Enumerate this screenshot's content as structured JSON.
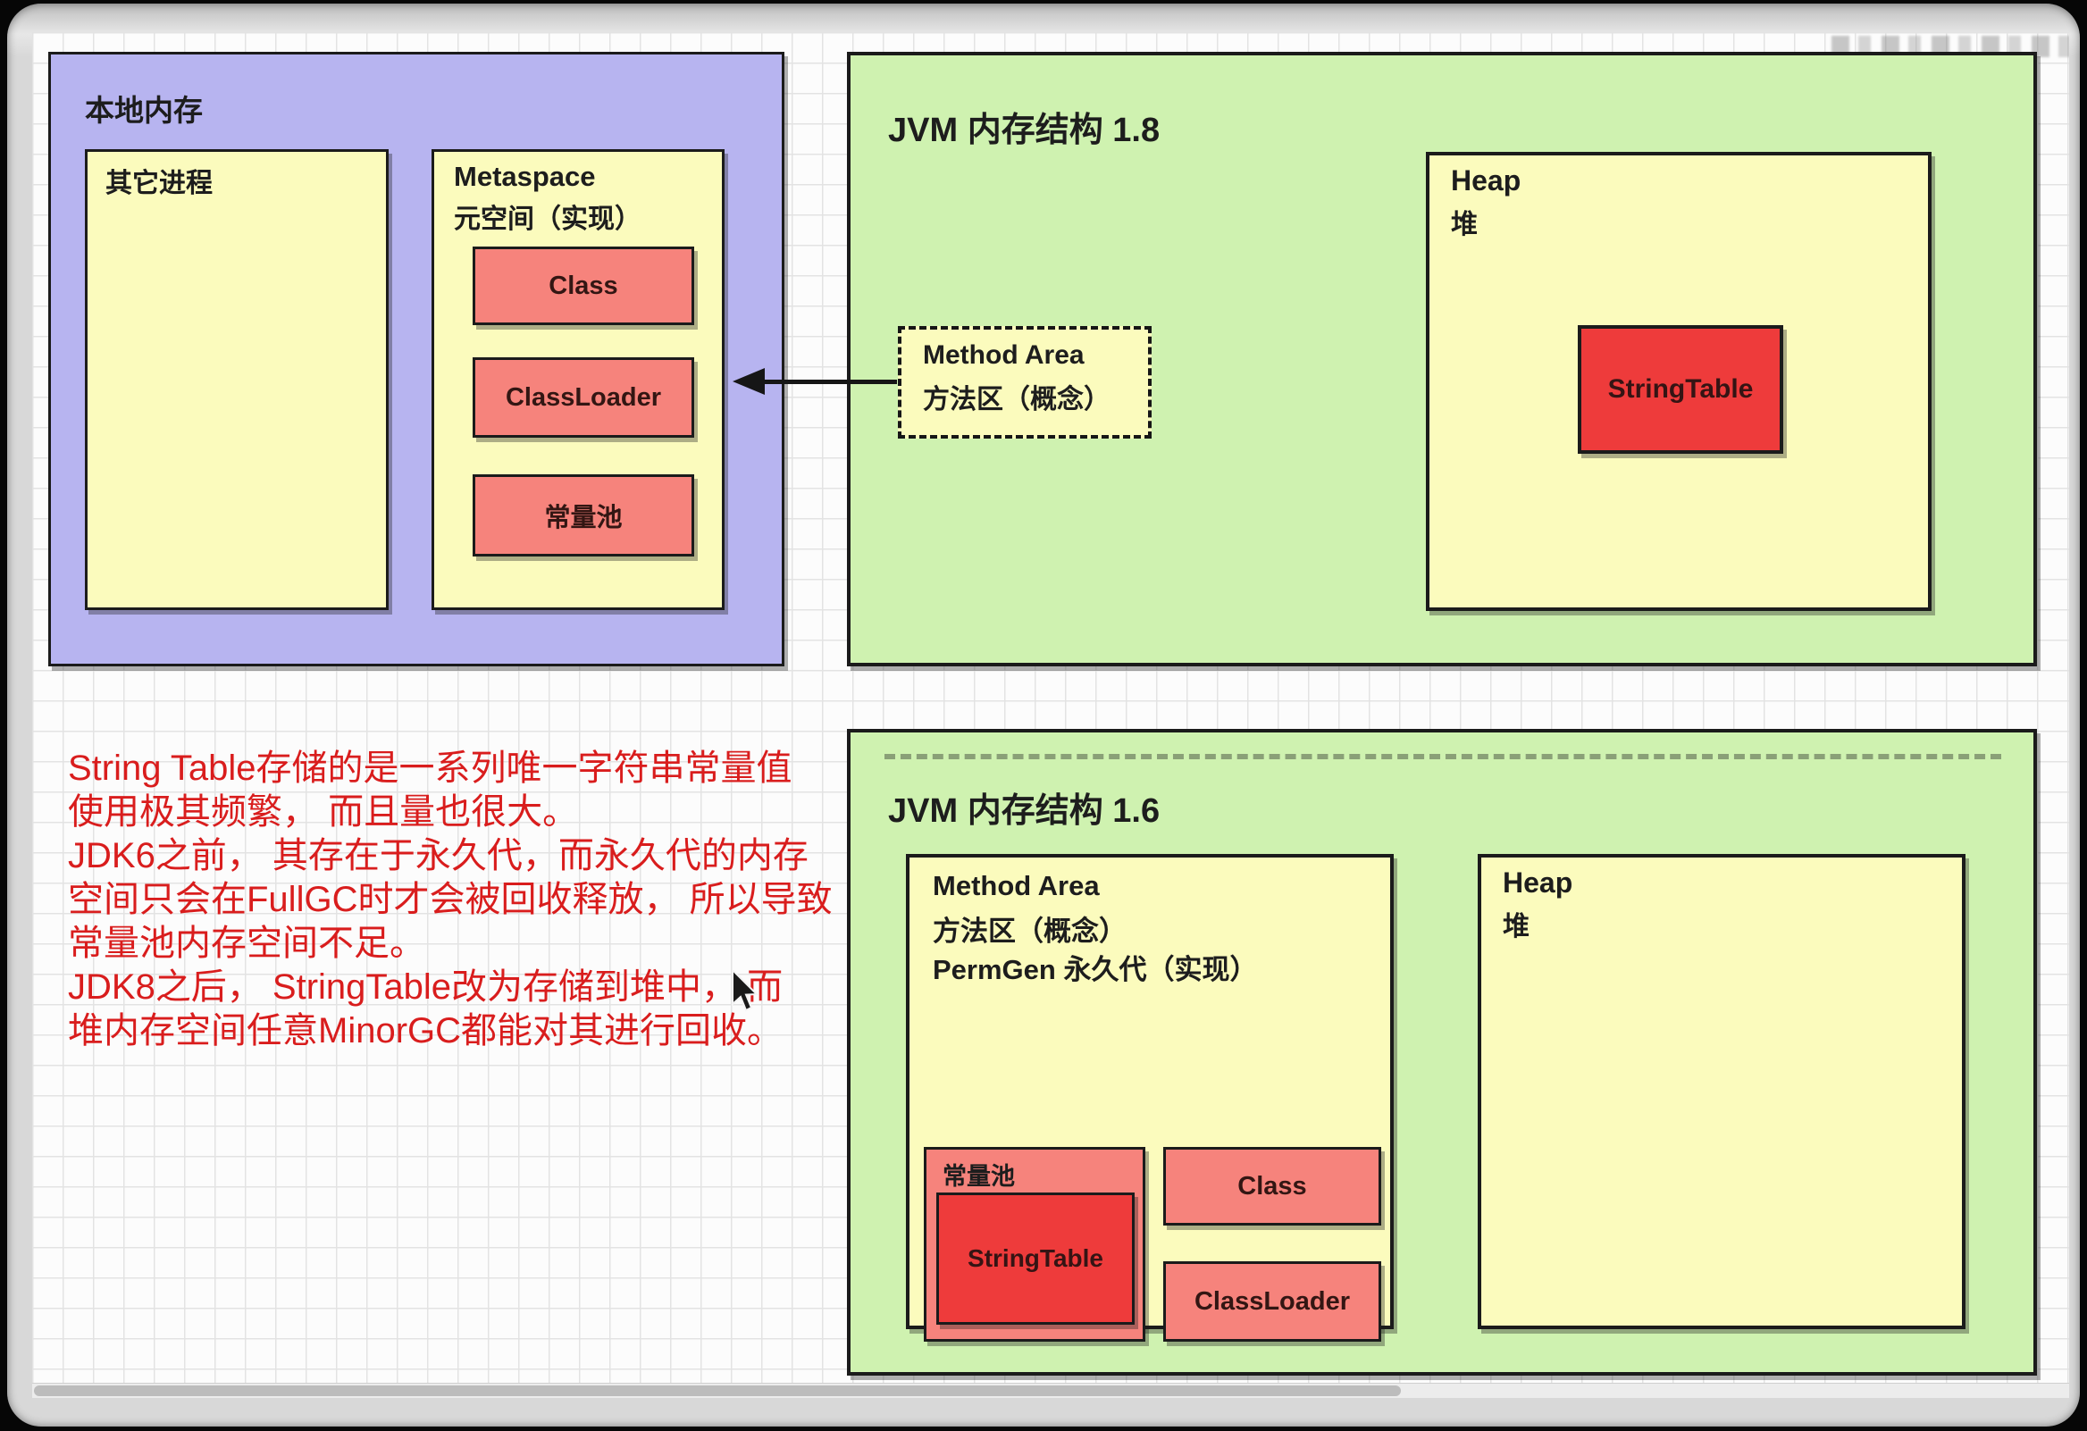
{
  "colors": {
    "canvas_bg": "#fcfcfc",
    "grid_line": "#e3e3e3",
    "chrome": "#d8d8d8",
    "purple": "#b7b4f0",
    "yellow": "#fbfbbd",
    "green": "#cff2b0",
    "salmon": "#f6837c",
    "bright_red": "#ee3b3b",
    "border_dark": "#1b1b1b",
    "note_red": "#d91d1d"
  },
  "local_memory": {
    "title": "本地内存",
    "other_process_label": "其它进程",
    "metaspace": {
      "title": "Metaspace",
      "subtitle": "元空间（实现）",
      "class_label": "Class",
      "classloader_label": "ClassLoader",
      "const_pool_label": "常量池"
    }
  },
  "jvm18": {
    "title": "JVM 内存结构 1.8",
    "method_area": {
      "line1": "Method Area",
      "line2": "方法区（概念）"
    },
    "heap": {
      "title": "Heap",
      "subtitle": "堆",
      "stringtable_label": "StringTable"
    }
  },
  "jvm16": {
    "title": "JVM 内存结构 1.6",
    "method_area": {
      "line1": "Method Area",
      "line2": "方法区（概念）",
      "line3": "PermGen 永久代（实现）",
      "const_pool_label": "常量池",
      "stringtable_label": "StringTable",
      "class_label": "Class",
      "classloader_label": "ClassLoader"
    },
    "heap": {
      "title": "Heap",
      "subtitle": "堆"
    }
  },
  "note": {
    "lines": [
      "String Table存储的是一系列唯一字符串常量值",
      "使用极其频繁， 而且量也很大。",
      "JDK6之前， 其存在于永久代，而永久代的内存",
      "空间只会在FullGC时才会被回收释放， 所以导致",
      "常量池内存空间不足。",
      "JDK8之后， StringTable改为存储到堆中， 而",
      "堆内存空间任意MinorGC都能对其进行回收。"
    ]
  }
}
